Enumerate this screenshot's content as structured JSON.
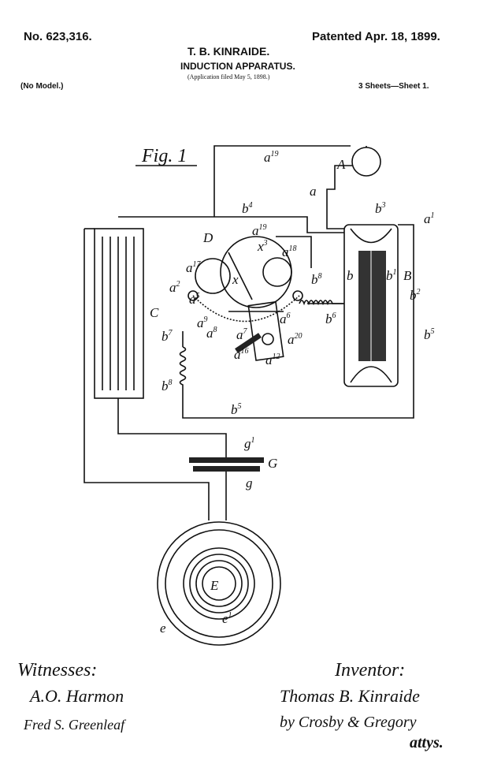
{
  "header": {
    "patent_number": "No. 623,316.",
    "patent_date": "Patented Apr. 18, 1899.",
    "inventor": "T. B. KINRAIDE.",
    "title": "INDUCTION APPARATUS.",
    "filed": "(Application filed May 5, 1898.)",
    "model": "(No Model.)",
    "sheets": "3 Sheets—Sheet 1."
  },
  "figure": {
    "label": "Fig. 1",
    "labels": [
      {
        "b": "a",
        "s": "19"
      },
      {
        "b": "A",
        "s": ""
      },
      {
        "b": "a",
        "s": ""
      },
      {
        "b": "b",
        "s": "3"
      },
      {
        "b": "a",
        "s": "1"
      },
      {
        "b": "b",
        "s": "4"
      },
      {
        "b": "D",
        "s": ""
      },
      {
        "b": "a",
        "s": "19"
      },
      {
        "b": "x",
        "s": "3"
      },
      {
        "b": "a",
        "s": "18"
      },
      {
        "b": "a",
        "s": "17"
      },
      {
        "b": "a",
        "s": "2"
      },
      {
        "b": "x",
        "s": ""
      },
      {
        "b": "a",
        "s": "5"
      },
      {
        "b": "a",
        "s": "9"
      },
      {
        "b": "b",
        "s": "8"
      },
      {
        "b": "b",
        "s": ""
      },
      {
        "b": "b",
        "s": "1"
      },
      {
        "b": "B",
        "s": ""
      },
      {
        "b": "b",
        "s": "2"
      },
      {
        "b": "C",
        "s": ""
      },
      {
        "b": "b",
        "s": "7"
      },
      {
        "b": "a",
        "s": "8"
      },
      {
        "b": "a",
        "s": "7"
      },
      {
        "b": "a",
        "s": "6"
      },
      {
        "b": "b",
        "s": "6"
      },
      {
        "b": "a",
        "s": "16"
      },
      {
        "b": "a",
        "s": "20"
      },
      {
        "b": "a",
        "s": "12"
      },
      {
        "b": "b",
        "s": "8"
      },
      {
        "b": "b",
        "s": "5"
      },
      {
        "b": "b",
        "s": "5"
      },
      {
        "b": "g",
        "s": "1"
      },
      {
        "b": "G",
        "s": ""
      },
      {
        "b": "g",
        "s": ""
      },
      {
        "b": "E",
        "s": ""
      },
      {
        "b": "e",
        "s": ""
      },
      {
        "b": "e",
        "s": "1"
      }
    ]
  },
  "signatures": {
    "witnesses_label": "Witnesses:",
    "inventor_label": "Inventor:",
    "witness1": "A.O. Harmon",
    "witness2": "Fred S. Greenleaf",
    "inventor_name": "Thomas B. Kinraide",
    "attorneys": "by Crosby & Gregory",
    "attys": "attys."
  }
}
